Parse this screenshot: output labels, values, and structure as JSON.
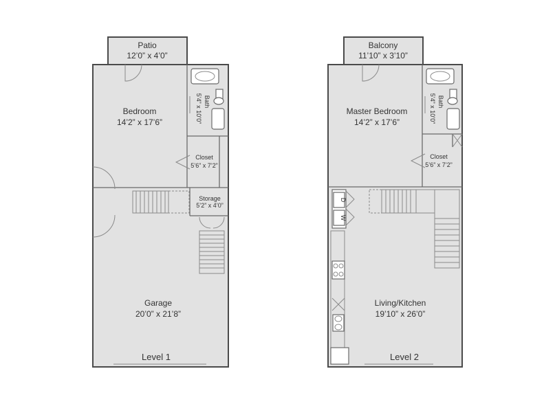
{
  "level1": {
    "patio": {
      "name": "Patio",
      "dims": "12’0” x 4’0”"
    },
    "bedroom": {
      "name": "Bedroom",
      "dims": "14’2” x 17’6”"
    },
    "bath": {
      "name": "Bath",
      "dims": "5’4” x 10’0”"
    },
    "closet": {
      "name": "Closet",
      "dims": "5’6” x 7’2”"
    },
    "storage": {
      "name": "Storage",
      "dims": "5’2” x 4’0”"
    },
    "garage": {
      "name": "Garage",
      "dims": "20’0” x 21’8”"
    },
    "label": "Level 1"
  },
  "level2": {
    "balcony": {
      "name": "Balcony",
      "dims": "11’10” x 3’10”"
    },
    "master_bedroom": {
      "name": "Master Bedroom",
      "dims": "14’2” x 17’6”"
    },
    "bath": {
      "name": "Bath",
      "dims": "5’4” x 10’0”"
    },
    "closet": {
      "name": "Closet",
      "dims": "5’6” x 7’2”"
    },
    "living_kitchen": {
      "name": "Living/Kitchen",
      "dims": "19’10” x 26’0”"
    },
    "washer_letter": "W",
    "dryer_letter": "D",
    "label": "Level 2"
  }
}
